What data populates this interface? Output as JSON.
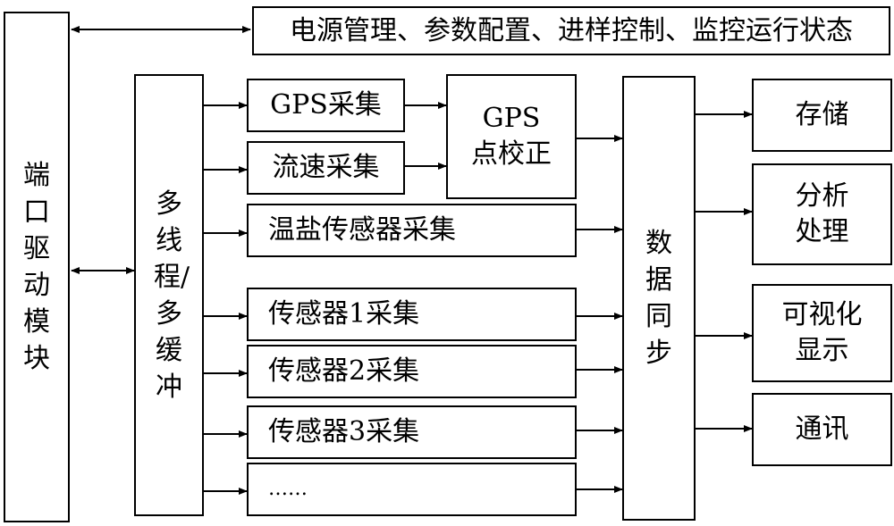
{
  "top_box": "电源管理、参数配置、进样控制、监控运行状态",
  "port_driver": "端口驱动模块",
  "buffer": "多线程/多缓冲",
  "gps_collect": "GPS采集",
  "flow_collect": "流速采集",
  "gps_correct": "GPS\n点校正",
  "salinity_collect": "温盐传感器采集",
  "sensor1": "传感器1采集",
  "sensor2": "传感器2采集",
  "sensor3": "传感器3采集",
  "more": "……",
  "sync": "数据同步",
  "storage": "存储",
  "analysis": "分析\n处理",
  "visualization": "可视化\n显示",
  "comms": "通讯"
}
